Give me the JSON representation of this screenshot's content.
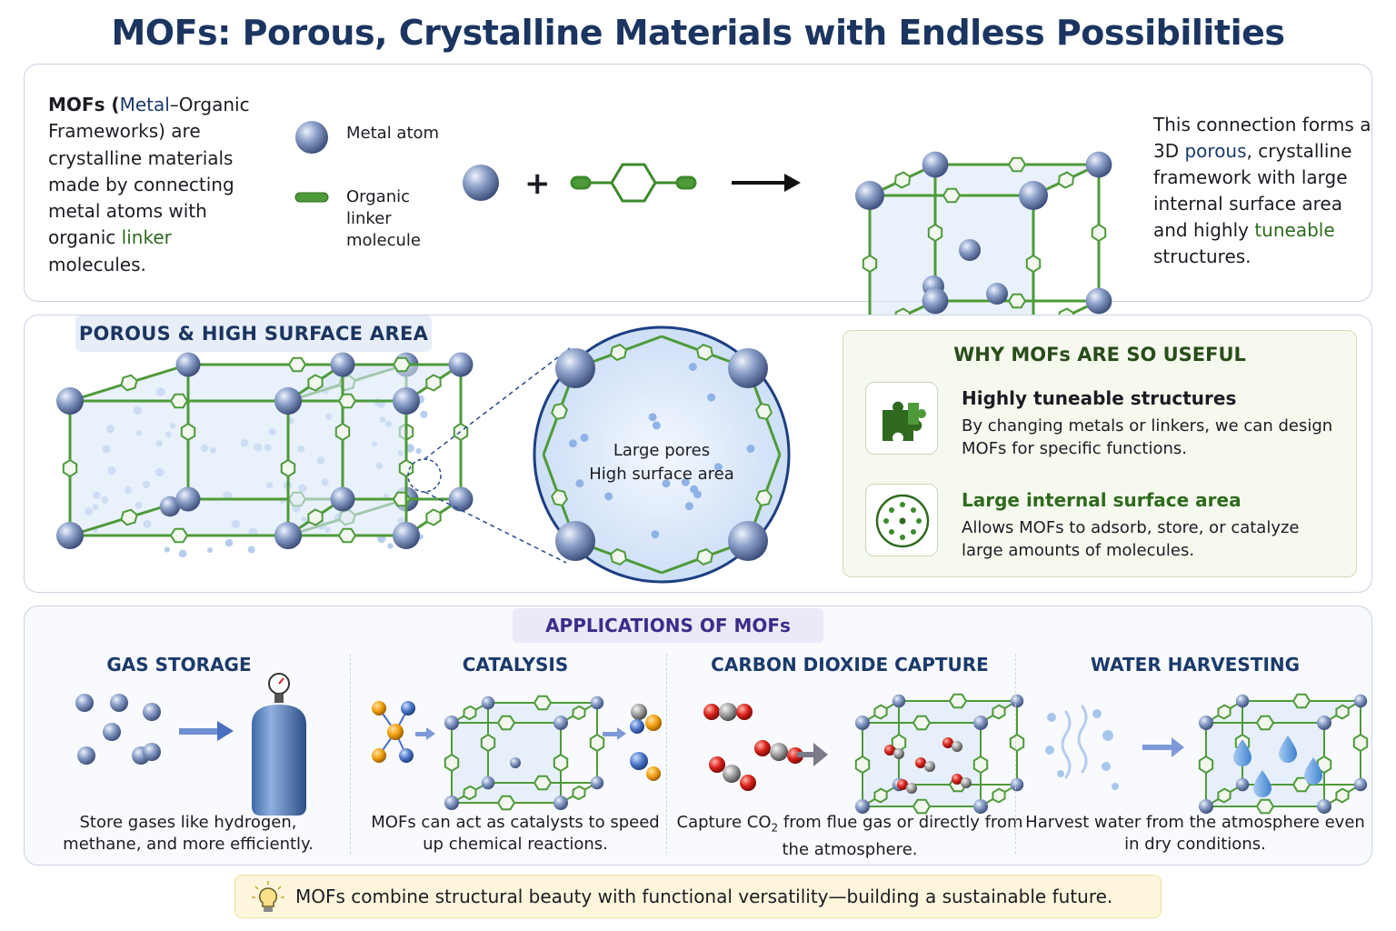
{
  "title": "MOFs: Porous, Crystalline Materials with Endless Possibilities",
  "intro": {
    "t1": "MOFs (",
    "t2": "Metal",
    "t3": "–Organic Frameworks) are crystalline materials made by connecting metal atoms with organic ",
    "t4": "linker",
    "t5": " molecules."
  },
  "legend": {
    "metal": "Metal atom",
    "linker": "Organic linker molecule"
  },
  "equation": {
    "plus": "+"
  },
  "connection": {
    "t1": "This connection forms a 3D ",
    "t2": "porous",
    "t3": ", crystalline framework with large internal surface area and highly ",
    "t4": "tuneable",
    "t5": " structures."
  },
  "porous": {
    "badge": "POROUS & HIGH SURFACE AREA",
    "zoom_line1": "Large pores",
    "zoom_line2": "High surface area"
  },
  "useful": {
    "title": "WHY MOFs ARE SO USEFUL",
    "items": [
      {
        "icon": "puzzle-icon",
        "heading": "Highly tuneable structures",
        "desc": "By changing metals or linkers, we can design MOFs for specific functions."
      },
      {
        "icon": "pores-icon",
        "heading": "Large internal surface area",
        "desc": "Allows MOFs to adsorb, store, or catalyze large amounts of molecules."
      }
    ]
  },
  "applications": {
    "badge": "APPLICATIONS OF MOFs",
    "items": [
      {
        "heading": "GAS STORAGE",
        "desc": "Store gases like hydrogen, methane, and more efficiently."
      },
      {
        "heading": "CATALYSIS",
        "desc": "MOFs can act as catalysts to speed up chemical reactions."
      },
      {
        "heading": "CARBON DIOXIDE CAPTURE",
        "desc_a": "Capture CO",
        "desc_sub": "2",
        "desc_b": " from flue gas or directly from the atmosphere."
      },
      {
        "heading": "WATER HARVESTING",
        "desc": "Harvest water from the atmosphere even in dry conditions."
      }
    ]
  },
  "footer": "MOFs combine structural beauty with functional versatility—building a sustainable future.",
  "colors": {
    "navy": "#1b3560",
    "green": "#2f6a1f",
    "metal": "#7f94c0",
    "linker": "#4e9a3a"
  }
}
